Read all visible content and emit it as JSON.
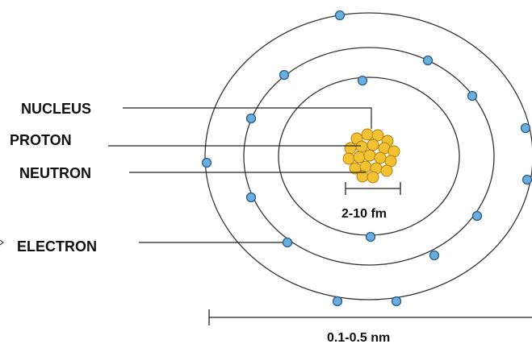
{
  "labels": {
    "nucleus": "NUCLEUS",
    "proton": "PROTON",
    "neutron": "NEUTRON",
    "electron": "ELECTRON"
  },
  "scales": {
    "nucleus_size": "2-10 fm",
    "atom_size": "0.1-0.5 nm"
  },
  "colors": {
    "orbit": "#333333",
    "electron_fill": "#6aaee0",
    "electron_stroke": "#2b5d86",
    "nucleon_fill": "#f3c233",
    "nucleon_stroke": "#b07a08",
    "line": "#222222"
  }
}
